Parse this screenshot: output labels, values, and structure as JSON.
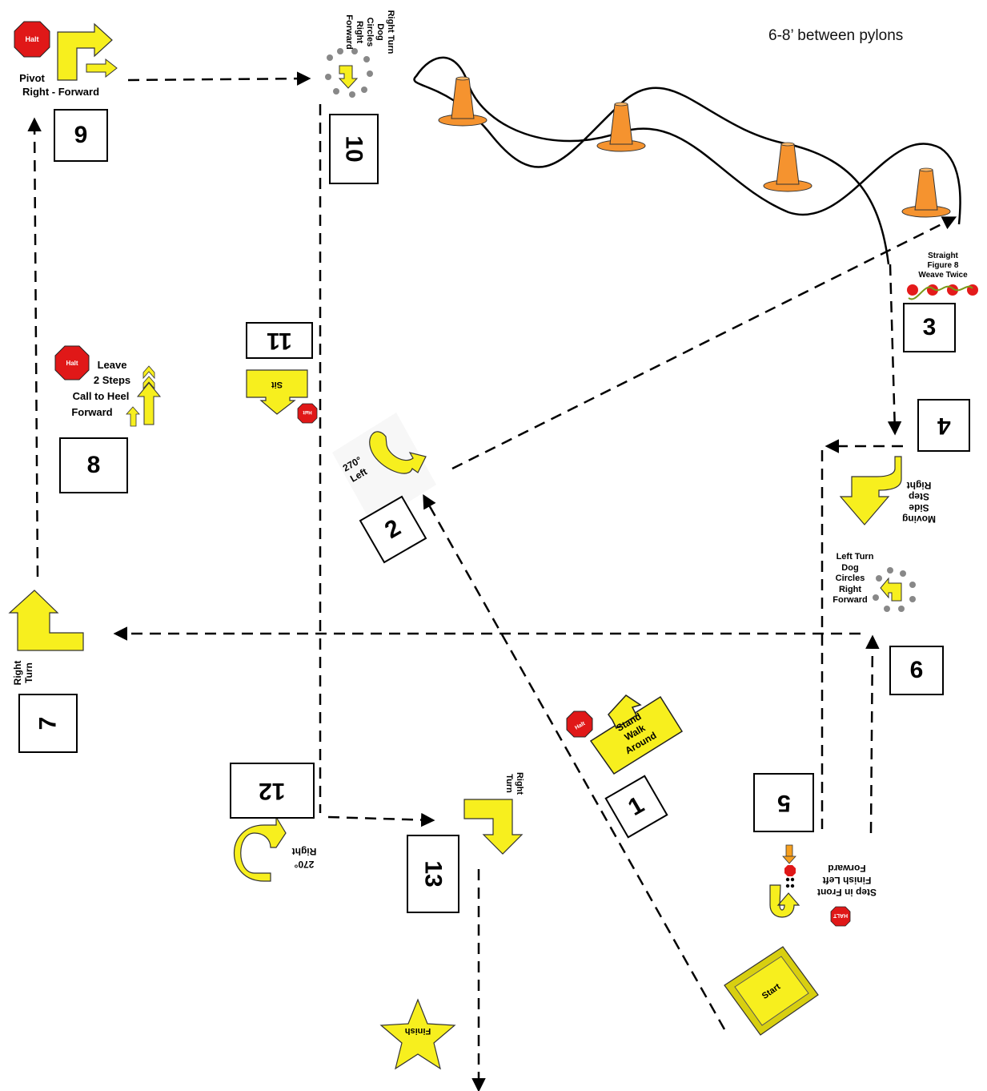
{
  "note": "6-8’ between pylons",
  "signs": {
    "s1": {
      "number": "1",
      "text_l1": "Stand",
      "text_l2": "Walk",
      "text_l3": "Around",
      "halt": "Halt"
    },
    "s2": {
      "number": "2",
      "degrees": "270°",
      "word": "Left"
    },
    "s3": {
      "number": "3",
      "l1": "Straight",
      "l2": "Figure 8",
      "l3": "Weave Twice"
    },
    "s4": {
      "number": "4",
      "l1": "Moving",
      "l2": "Side",
      "l3": "Step",
      "l4": "Right"
    },
    "s5": {
      "number": "5",
      "l1": "Step in Front",
      "l2": "Finish Left",
      "l3": "Forward",
      "halt": "HALT"
    },
    "s6": {
      "number": "6",
      "l1": "Left Turn",
      "l2": "Dog",
      "l3": "Circles",
      "l4": "Right",
      "l5": "Forward"
    },
    "s7": {
      "number": "7",
      "l1": "Right",
      "l2": "Turn"
    },
    "s8": {
      "number": "8",
      "halt": "Halt",
      "l1": "Leave",
      "l2": "2 Steps",
      "l3": "Call to Heel",
      "l4": "Forward"
    },
    "s9": {
      "number": "9",
      "halt": "Halt",
      "l1": "Pivot",
      "l2": "Right - Forward"
    },
    "s10": {
      "number": "10",
      "l1": "Right Turn",
      "l2": "Dog",
      "l3": "Circles",
      "l4": "Right",
      "l5": "Forward"
    },
    "s11": {
      "number": "11",
      "sit": "Sit",
      "halt": "Halt"
    },
    "s12": {
      "number": "12",
      "degrees": "270°",
      "word": "Right"
    },
    "s13": {
      "number": "13",
      "l1": "Right",
      "l2": "Turn"
    },
    "start": "Start",
    "finish": "Finish"
  },
  "colors": {
    "sign_yellow": "#f7ef1e",
    "cone_orange": "#f5932f",
    "halt_red": "#e01818",
    "dot_red": "#e41b1b"
  }
}
